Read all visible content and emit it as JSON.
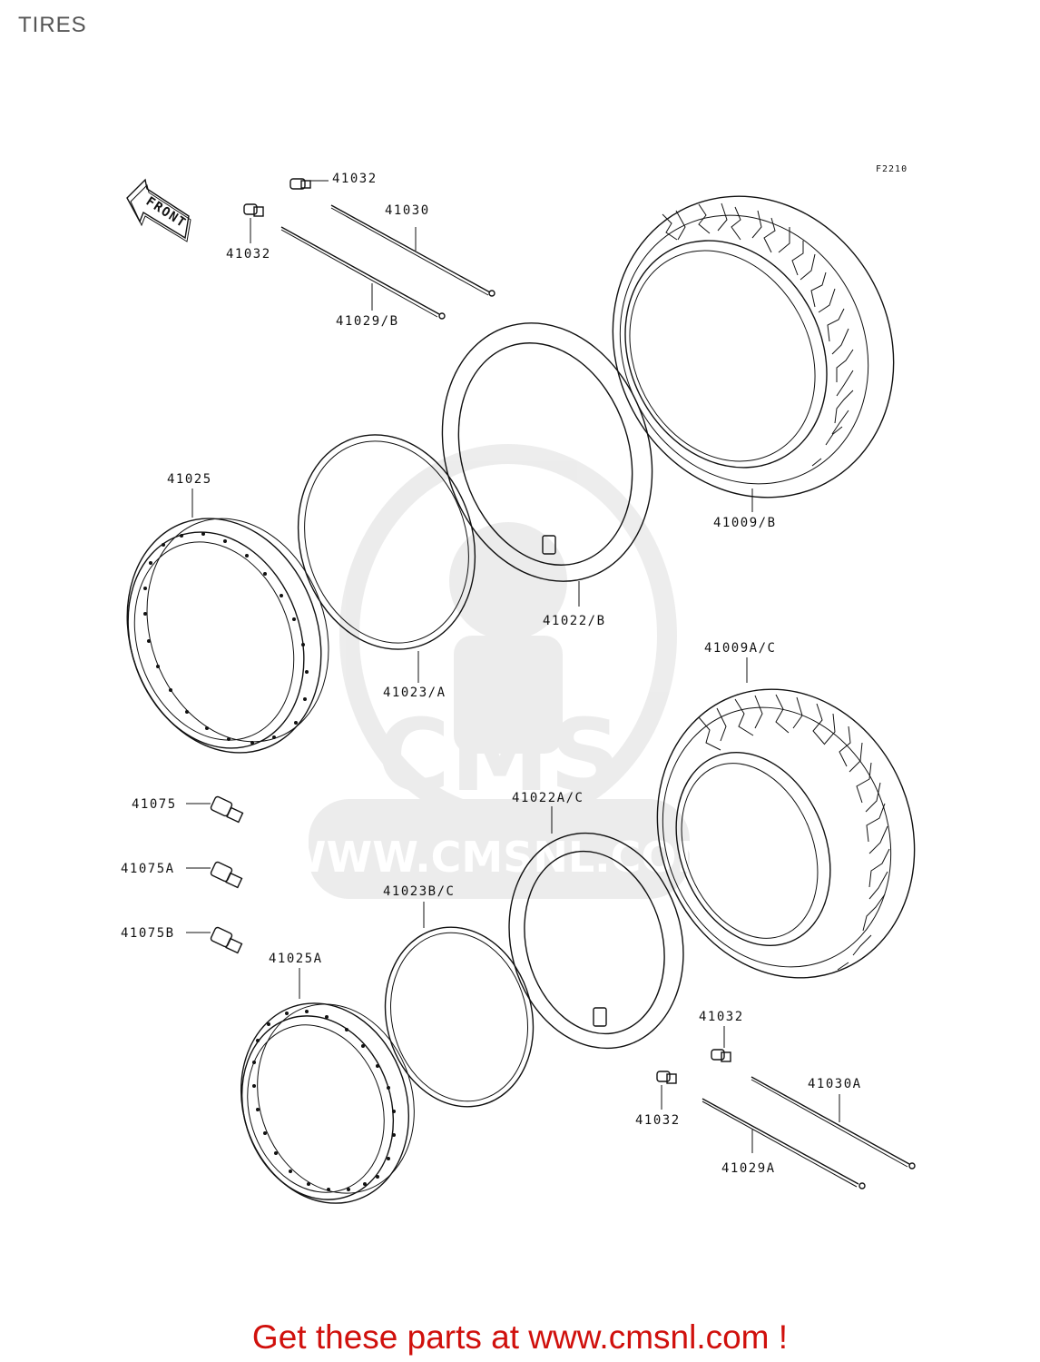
{
  "page_title": "TIRES",
  "figure_code": "F2210",
  "front_label": "FRONT",
  "watermark": {
    "brand": "CMS",
    "url": "WWW.CMSNL.COM"
  },
  "parts": {
    "p41032_a": "41032",
    "p41032_b": "41032",
    "p41030": "41030",
    "p41029b": "41029/B",
    "p41009b": "41009/B",
    "p41022b": "41022/B",
    "p41025": "41025",
    "p41023a": "41023/A",
    "p41009ac": "41009A/C",
    "p41075": "41075",
    "p41022ac": "41022A/C",
    "p41075a": "41075A",
    "p41023bc": "41023B/C",
    "p41075b": "41075B",
    "p41025a": "41025A",
    "p41032_c": "41032",
    "p41032_d": "41032",
    "p41030a": "41030A",
    "p41029a": "41029A"
  },
  "footer_text": "Get these parts at www.cmsnl.com !"
}
